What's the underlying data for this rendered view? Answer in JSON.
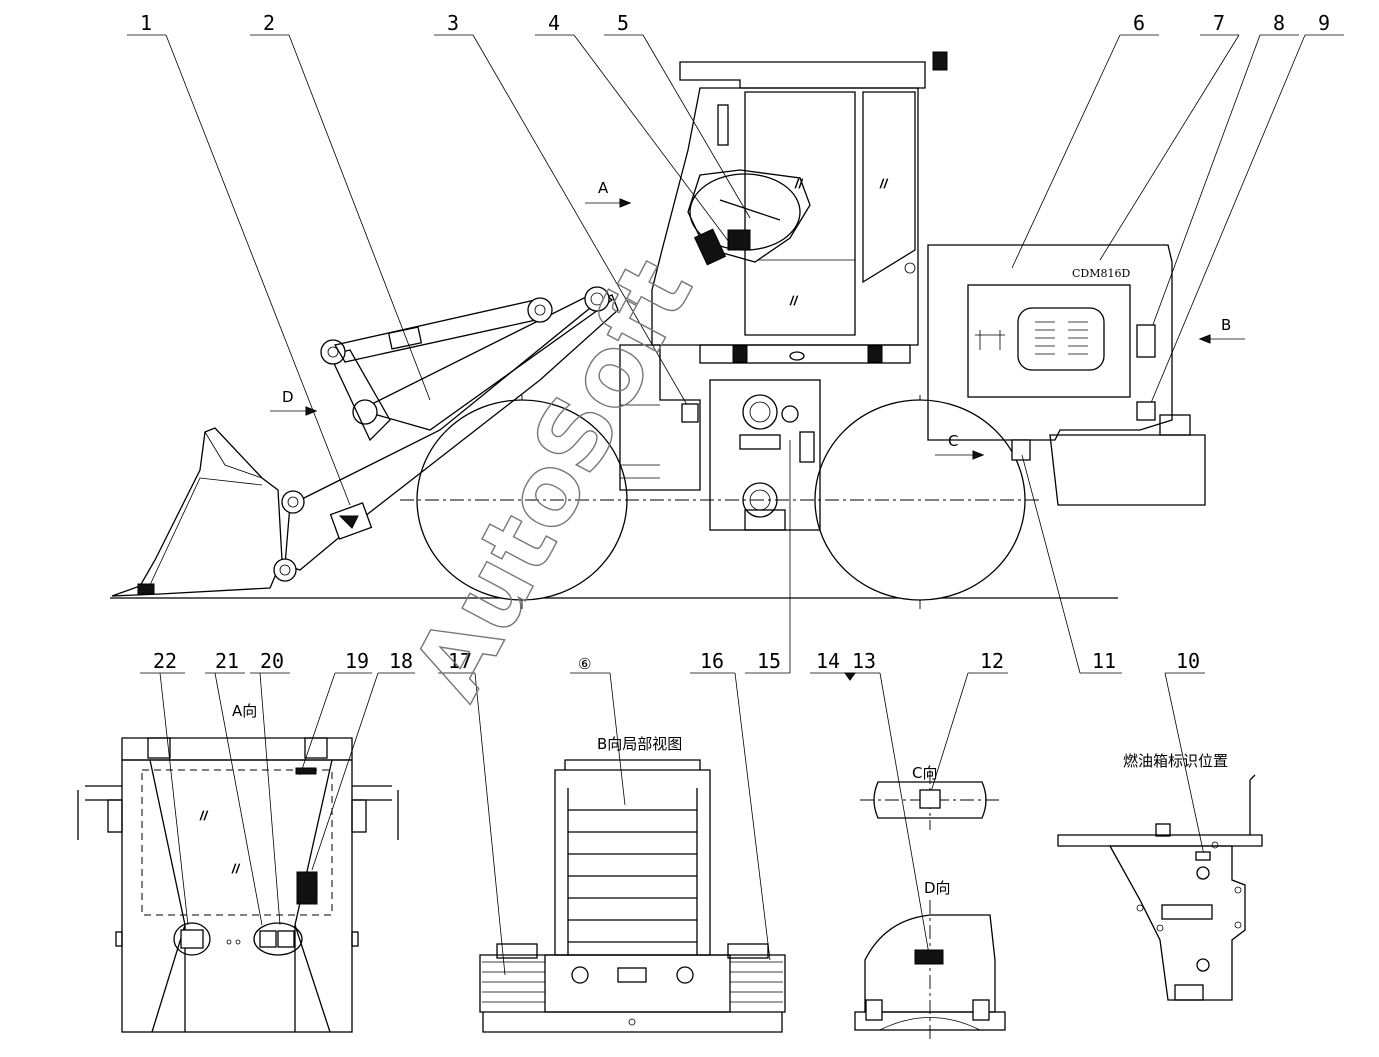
{
  "callouts": [
    "1",
    "2",
    "3",
    "4",
    "5",
    "6",
    "7",
    "8",
    "9",
    "10",
    "11",
    "12",
    "13",
    "14",
    "15",
    "16",
    "17",
    "18",
    "19",
    "20",
    "21",
    "22"
  ],
  "view_labels": {
    "arrow_a": "A",
    "arrow_b": "B",
    "arrow_c": "C",
    "arrow_d": "D",
    "view_a": "A向",
    "view_b_partial": "B向局部视图",
    "view_b_marker": "⑥",
    "view_c": "C向",
    "view_d": "D向",
    "fuel_tank_label_position": "燃油箱标识位置"
  },
  "model_plate": "CDM816D",
  "watermark": "AutoSoft"
}
